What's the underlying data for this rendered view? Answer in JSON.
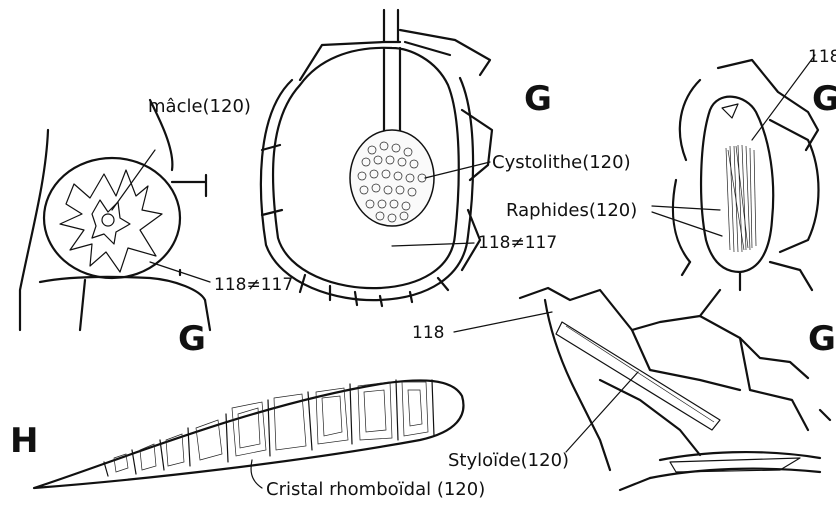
{
  "labels": {
    "macle": "mâcle(120)",
    "code_left": "118≠117",
    "g_left": "G",
    "cystolithe": "Cystolithe(120)",
    "code_mid": "118≠117",
    "g_mid": "G",
    "code_right_top": "118",
    "g_right_top": "G",
    "raphides": "Raphides(120)",
    "code_bottom": "118",
    "g_bottom": "G",
    "styloide": "Styloïde(120)",
    "h": "H",
    "cristal": "Cristal rhomboïdal (120)"
  }
}
